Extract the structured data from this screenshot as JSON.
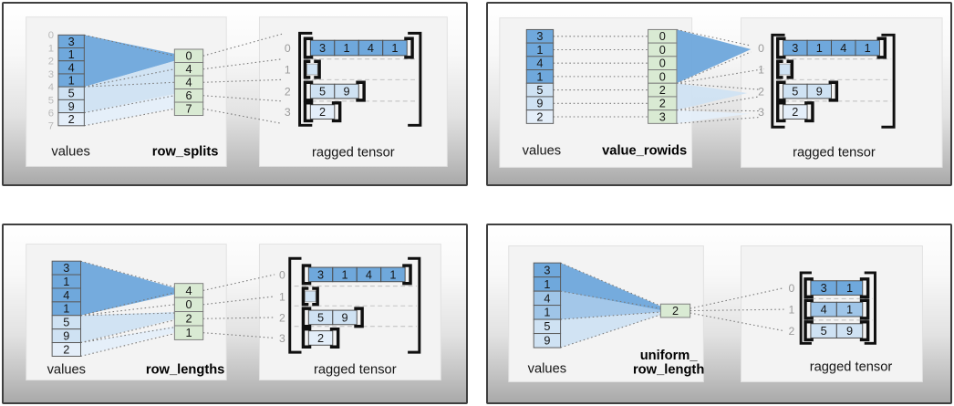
{
  "colors": {
    "dark_blue": "#6fa8dc",
    "mid_blue": "#9fc5e8",
    "light_blue": "#cfe2f3",
    "pale_blue": "#e4eef9",
    "green": "#d9ead3",
    "bracket_black": "#0f0f0f",
    "label_gray": "#a0a0a0"
  },
  "panels": [
    {
      "name": "row_splits",
      "values_label": "values",
      "partition_label": "row_splits",
      "result_label": "ragged tensor",
      "values": [
        "3",
        "1",
        "4",
        "1",
        "5",
        "9",
        "2"
      ],
      "boundary_indices": [
        "0",
        "1",
        "2",
        "3",
        "4",
        "5",
        "6",
        "7"
      ],
      "partition": [
        "0",
        "4",
        "4",
        "6",
        "7"
      ],
      "row_indices": [
        "0",
        "1",
        "2",
        "3"
      ],
      "rows": [
        {
          "cells": [
            "3",
            "1",
            "4",
            "1"
          ]
        },
        {
          "cells": []
        },
        {
          "cells": [
            "5",
            "9"
          ]
        },
        {
          "cells": [
            "2"
          ]
        }
      ]
    },
    {
      "name": "value_rowids",
      "values_label": "values",
      "partition_label": "value_rowids",
      "result_label": "ragged tensor",
      "values": [
        "3",
        "1",
        "4",
        "1",
        "5",
        "9",
        "2"
      ],
      "partition": [
        "0",
        "0",
        "0",
        "0",
        "2",
        "2",
        "3"
      ],
      "row_indices": [
        "0",
        "1",
        "2",
        "3"
      ],
      "rows": [
        {
          "cells": [
            "3",
            "1",
            "4",
            "1"
          ]
        },
        {
          "cells": []
        },
        {
          "cells": [
            "5",
            "9"
          ]
        },
        {
          "cells": [
            "2"
          ]
        }
      ]
    },
    {
      "name": "row_lengths",
      "values_label": "values",
      "partition_label": "row_lengths",
      "result_label": "ragged tensor",
      "values": [
        "3",
        "1",
        "4",
        "1",
        "5",
        "9",
        "2"
      ],
      "partition": [
        "4",
        "0",
        "2",
        "1"
      ],
      "row_indices": [
        "0",
        "1",
        "2",
        "3"
      ],
      "rows": [
        {
          "cells": [
            "3",
            "1",
            "4",
            "1"
          ]
        },
        {
          "cells": []
        },
        {
          "cells": [
            "5",
            "9"
          ]
        },
        {
          "cells": [
            "2"
          ]
        }
      ]
    },
    {
      "name": "uniform_row_length",
      "values_label": "values",
      "partition_label": "uniform_ row_length",
      "partition_label_lines": [
        "uniform_",
        "row_length"
      ],
      "result_label": "ragged tensor",
      "values": [
        "3",
        "1",
        "4",
        "1",
        "5",
        "9"
      ],
      "partition": [
        "2"
      ],
      "row_indices": [
        "0",
        "1",
        "2"
      ],
      "rows": [
        {
          "cells": [
            "3",
            "1"
          ]
        },
        {
          "cells": [
            "4",
            "1"
          ]
        },
        {
          "cells": [
            "5",
            "9"
          ]
        }
      ]
    }
  ]
}
